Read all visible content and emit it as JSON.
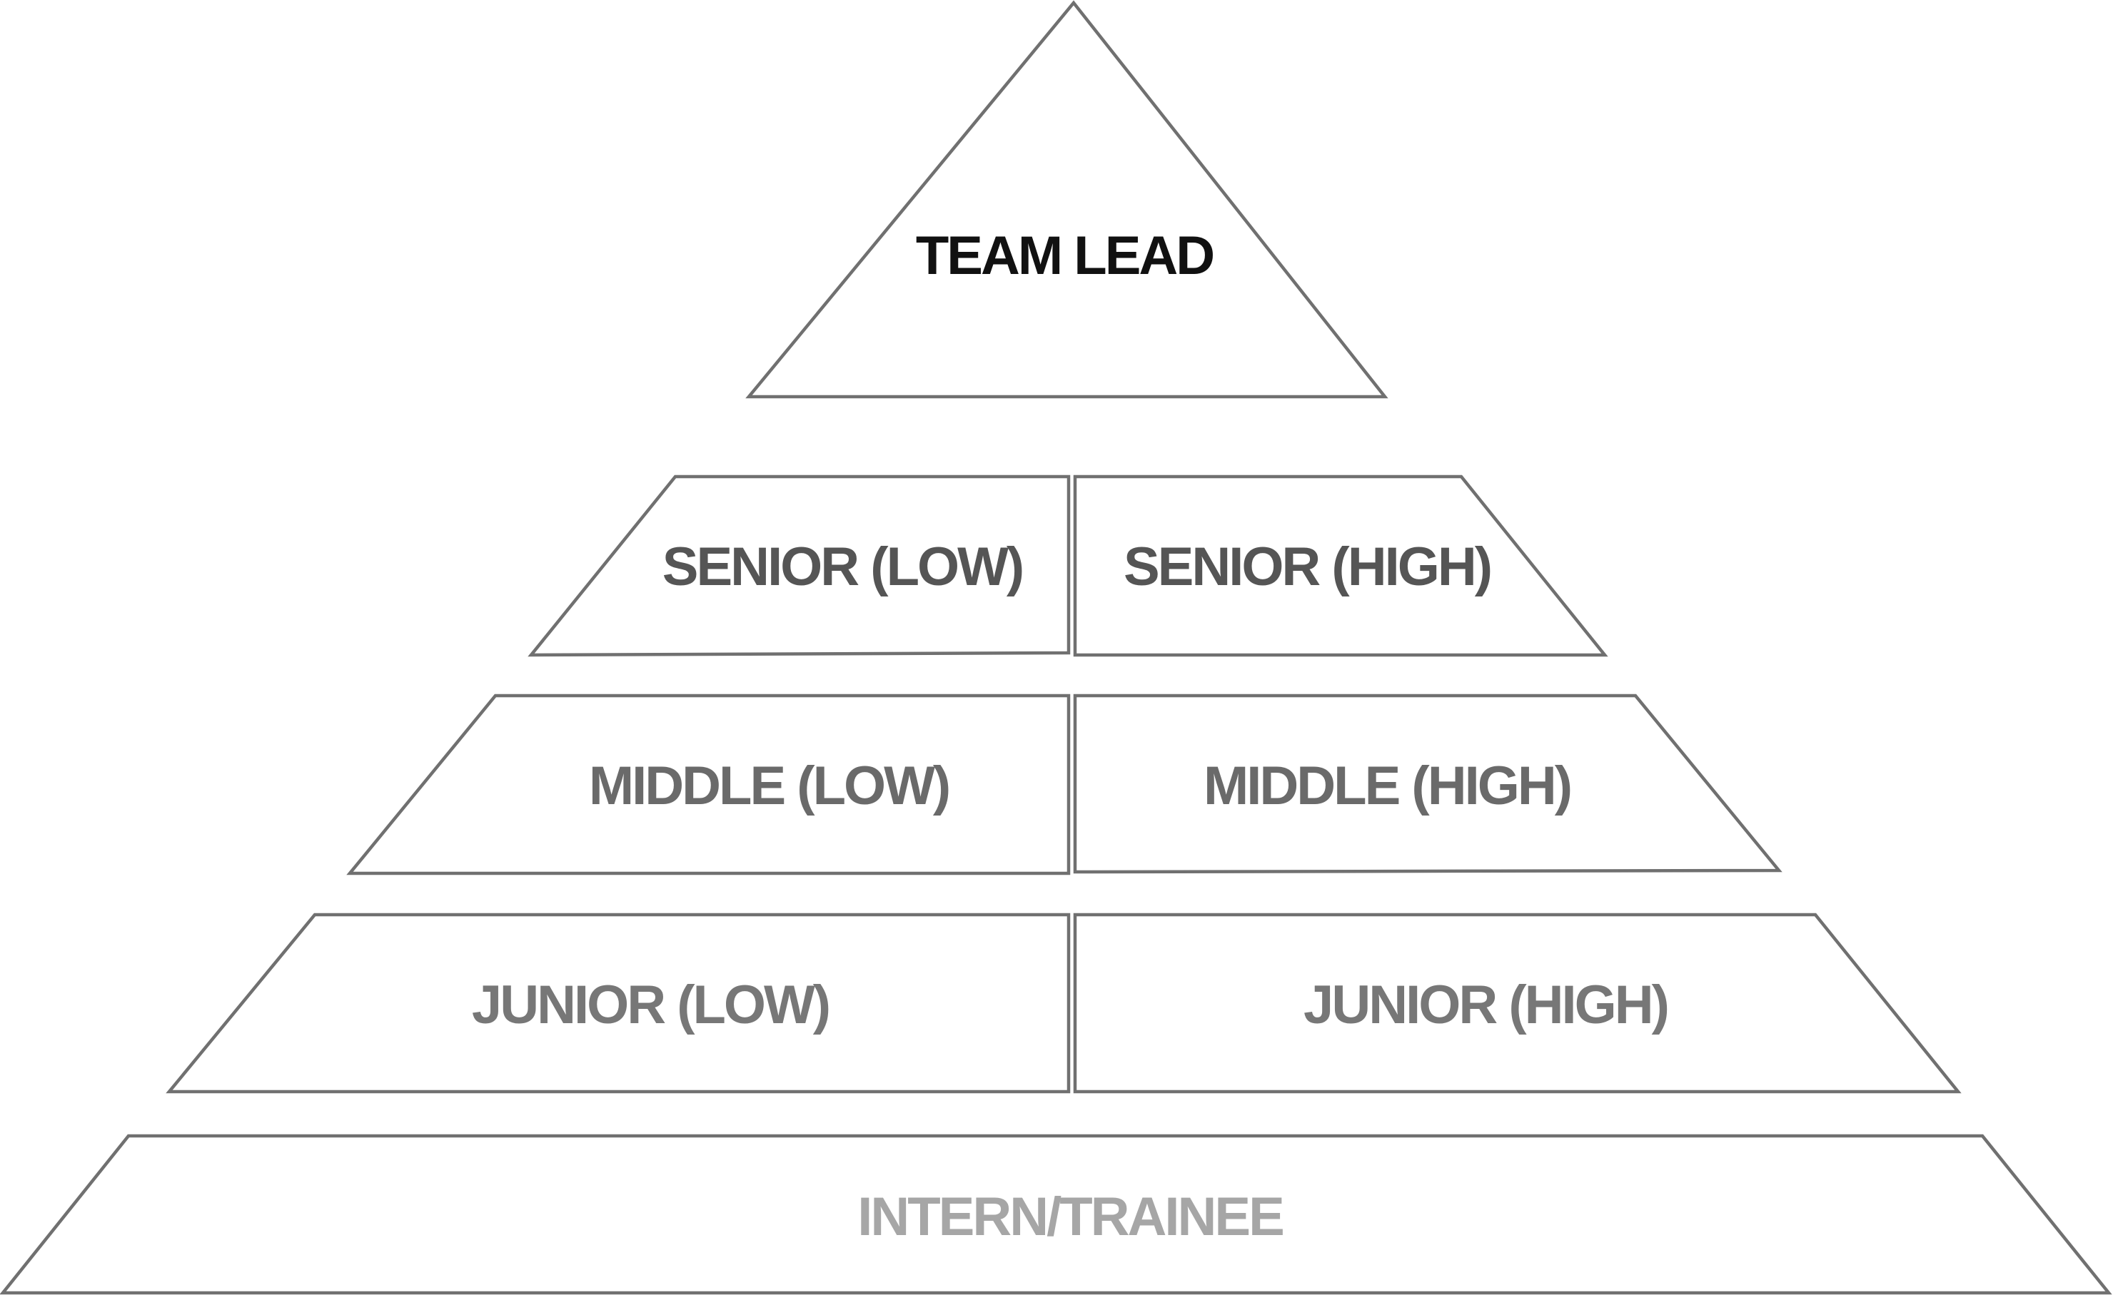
{
  "title": "",
  "colors": {
    "outline": "#707070",
    "label_top": "#111111",
    "label_senior": "#555555",
    "label_middle": "#6a6a6a",
    "label_junior": "#777777",
    "label_intern": "#a6a6a6"
  },
  "levels": {
    "team_lead": "TEAM LEAD",
    "senior_low": "SENIOR (LOW)",
    "senior_high": "SENIOR (HIGH)",
    "middle_low": "MIDDLE (LOW)",
    "middle_high": "MIDDLE (HIGH)",
    "junior_low": "JUNIOR (LOW)",
    "junior_high": "JUNIOR (HIGH)",
    "intern": "INTERN/TRAINEE"
  }
}
